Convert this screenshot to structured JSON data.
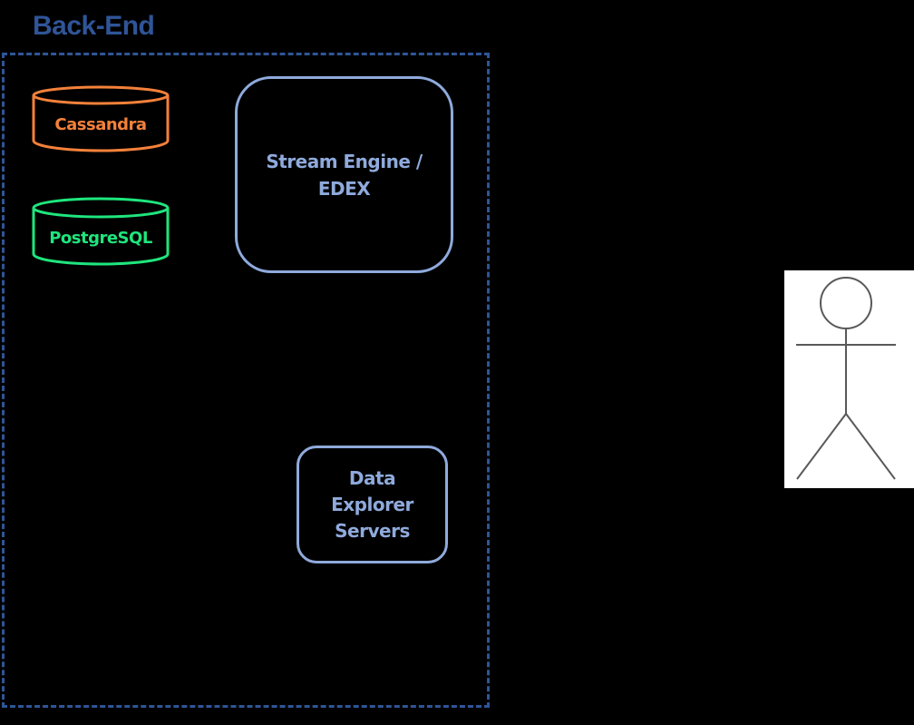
{
  "title": "Back-End",
  "components": {
    "cassandra": {
      "label": "Cassandra",
      "color": "#f4813a"
    },
    "postgresql": {
      "label": "PostgreSQL",
      "color": "#1ee67d"
    },
    "stream_engine": {
      "label": "Stream Engine / EDEX"
    },
    "data_explorer": {
      "label": "Data Explorer Servers"
    }
  },
  "user_icon": "stick-figure-actor-icon",
  "colors": {
    "boundary": "#2f5597",
    "box_border": "#8faadc",
    "background": "#000000"
  }
}
